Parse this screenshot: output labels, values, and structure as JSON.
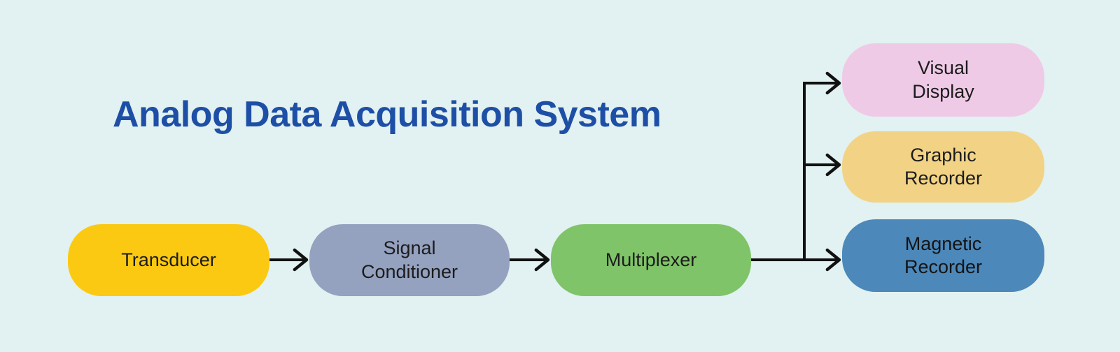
{
  "background_color": "#E2F1F1",
  "line_color": "#111111",
  "title": {
    "text": "Analog Data Acquisition System",
    "color": "#1E4FA6"
  },
  "blocks": [
    {
      "id": "transducer",
      "label": "Transducer",
      "color": "#FBC911",
      "text_color": "#1C1C1C"
    },
    {
      "id": "signal-conditioner",
      "label": "Signal\nConditioner",
      "color": "#94A1BF",
      "text_color": "#1C1C1C"
    },
    {
      "id": "multiplexer",
      "label": "Multiplexer",
      "color": "#7FC468",
      "text_color": "#1C1C1C"
    },
    {
      "id": "visual-display",
      "label": "Visual\nDisplay",
      "color": "#EFCAE7",
      "text_color": "#1C1C1C"
    },
    {
      "id": "graphic-recorder",
      "label": "Graphic\nRecorder",
      "color": "#F2D386",
      "text_color": "#1C1C1C"
    },
    {
      "id": "magnetic-recorder",
      "label": "Magnetic\nRecorder",
      "color": "#4C88BA",
      "text_color": "#141414"
    }
  ],
  "edges": [
    {
      "from": "Transducer",
      "to": "Signal Conditioner"
    },
    {
      "from": "Signal Conditioner",
      "to": "Multiplexer"
    },
    {
      "from": "Multiplexer",
      "to": "Visual Display"
    },
    {
      "from": "Multiplexer",
      "to": "Graphic Recorder"
    },
    {
      "from": "Multiplexer",
      "to": "Magnetic Recorder"
    }
  ]
}
